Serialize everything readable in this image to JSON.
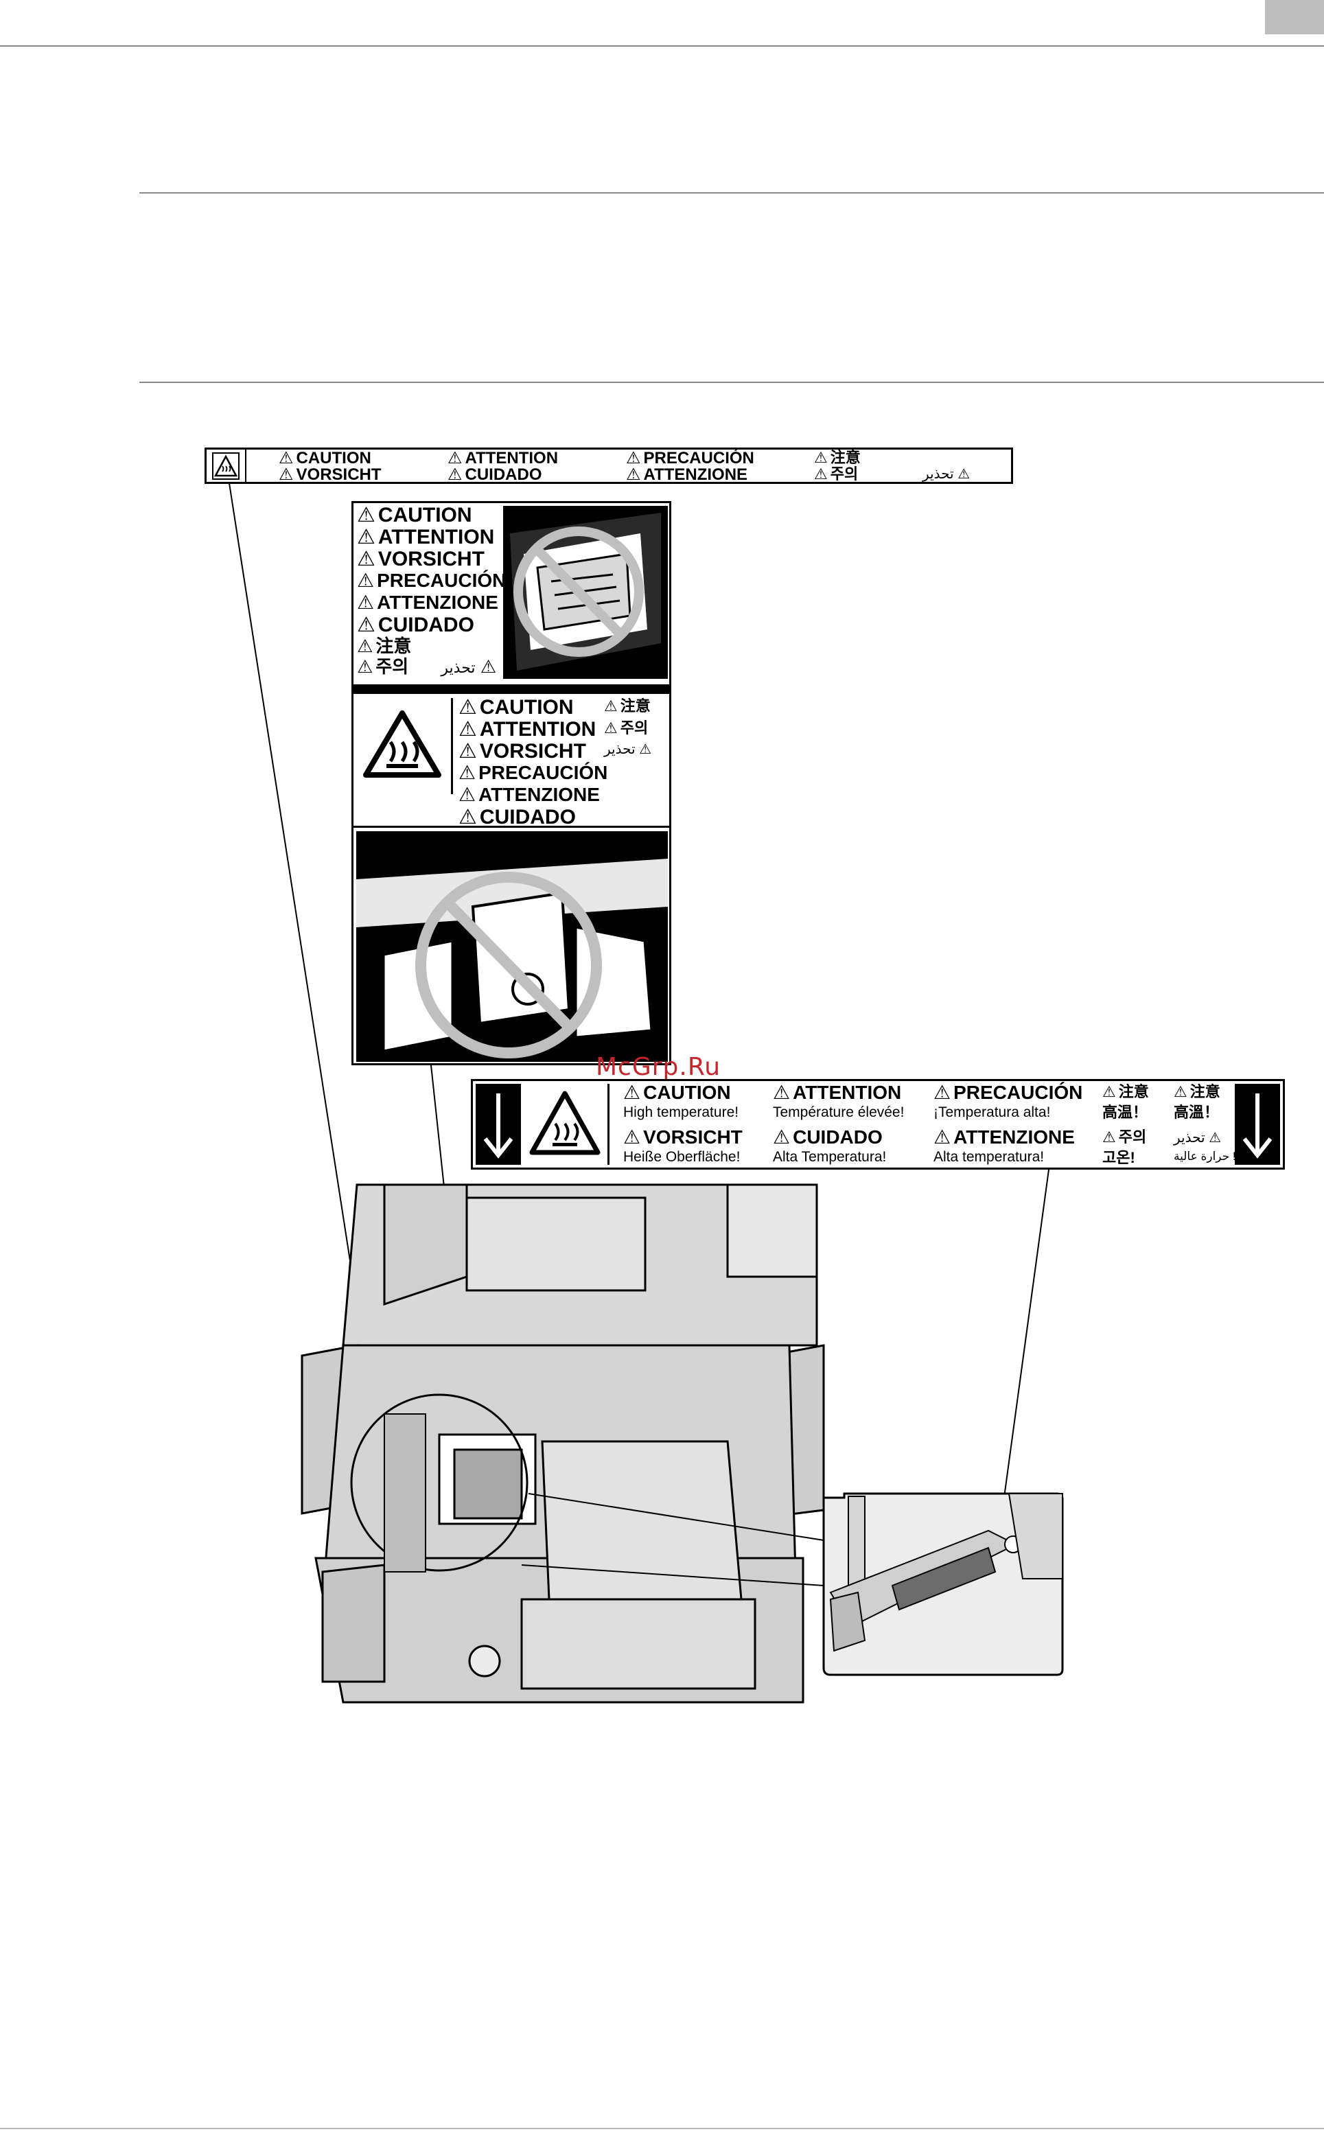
{
  "watermark": "McGrp.Ru",
  "label_top_strip": {
    "row1": [
      "CAUTION",
      "ATTENTION",
      "PRECAUCIÓN",
      "注意"
    ],
    "row2": [
      "VORSICHT",
      "CUIDADO",
      "ATTENZIONE",
      "주의",
      "تحذير"
    ]
  },
  "label_large": {
    "upper_words": [
      "CAUTION",
      "ATTENTION",
      "VORSICHT",
      "PRECAUCIÓN",
      "ATTENZIONE",
      "CUIDADO",
      "注意",
      "주의",
      "تحذير"
    ],
    "lower_words": [
      "CAUTION",
      "ATTENTION",
      "VORSICHT",
      "PRECAUCIÓN",
      "ATTENZIONE",
      "CUIDADO"
    ],
    "lower_side_words": [
      "注意",
      "주의",
      "تحذير"
    ]
  },
  "label_temperature": {
    "col1": {
      "t1": "CAUTION",
      "s1": "High temperature!",
      "t2": "VORSICHT",
      "s2": "Heiße Oberfläche!"
    },
    "col2": {
      "t1": "ATTENTION",
      "s1": "Température élevée!",
      "t2": "CUIDADO",
      "s2": "Alta Temperatura!"
    },
    "col3": {
      "t1": "PRECAUCIÓN",
      "s1": "¡Temperatura alta!",
      "t2": "ATTENZIONE",
      "s2": "Alta temperatura!"
    },
    "col4": {
      "t1": "注意",
      "s1": "高温！",
      "t2": "주의",
      "s2": "고온!"
    },
    "col5": {
      "t1": "注意",
      "s1": "高溫！",
      "t2": "تحذير",
      "s2": "حرارة عالية !"
    }
  }
}
